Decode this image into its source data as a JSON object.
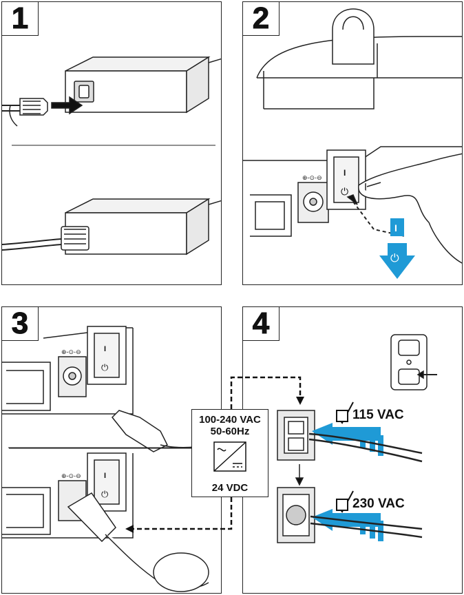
{
  "steps": [
    {
      "number": "1"
    },
    {
      "number": "2"
    },
    {
      "number": "3"
    },
    {
      "number": "4"
    }
  ],
  "power_spec": {
    "input_voltage": "100-240 VAC",
    "input_frequency": "50-60Hz",
    "output_voltage": "24 VDC"
  },
  "switch_labels": {
    "on_symbol": "I",
    "power_symbol": "⏻"
  },
  "voltage_options": [
    {
      "label": "115 VAC",
      "checked": true
    },
    {
      "label": "230 VAC",
      "checked": true
    }
  ],
  "colors": {
    "accent_blue": "#1f9ad6",
    "line": "#222222",
    "shade": "#e6e6e6"
  }
}
